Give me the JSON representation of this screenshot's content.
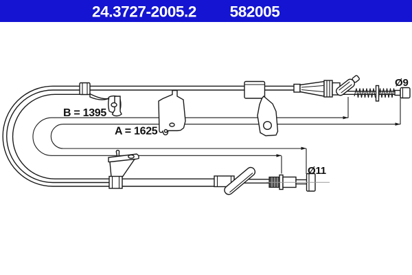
{
  "header": {
    "part_number": "24.3727-2005.2",
    "reference_number": "582005",
    "bar_color": "#1414d2",
    "text_color": "#ffffff"
  },
  "diagram": {
    "stroke_color": "#1a1a1a",
    "dim_b": {
      "id": "B",
      "label": "B = 1395",
      "value": 1395
    },
    "dim_a": {
      "id": "A",
      "label": "A = 1625",
      "value": 1625
    },
    "top_end_diameter": {
      "label": "Ø9",
      "value": 9
    },
    "bottom_end_diameter": {
      "label": "Ø11",
      "value": 11
    }
  }
}
